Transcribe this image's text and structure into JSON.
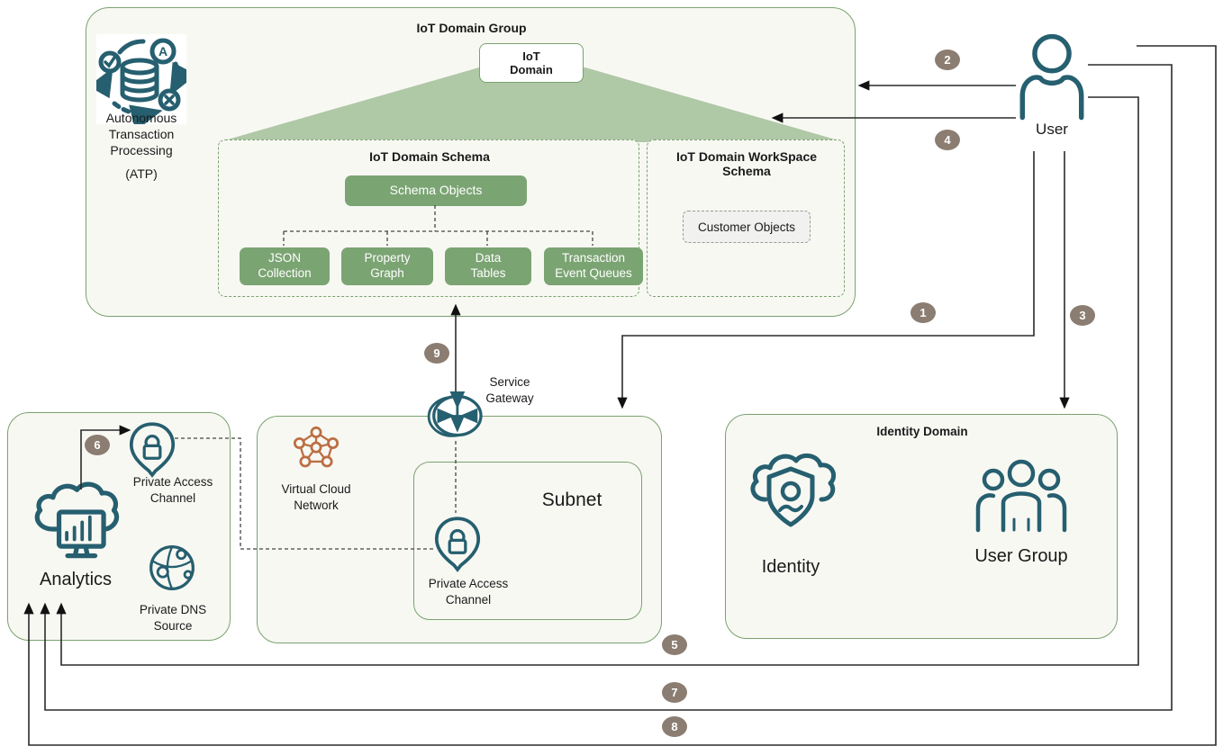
{
  "colors": {
    "box_border_green": "#7aa26f",
    "box_fill": "#f8f8f3",
    "button_green": "#7ba473",
    "trapezoid_green": "#afc8a6",
    "badge_taupe": "#8b7d71",
    "icon_teal": "#265f6f",
    "vcn_orange": "#bc6f43",
    "line_black": "#2b2b2b"
  },
  "iot_domain_group": {
    "title": "IoT Domain Group",
    "atp_label": "Autonomous\nTransaction\nProcessing",
    "atp_abbr": "(ATP)",
    "iot_domain_label": "IoT\nDomain"
  },
  "iot_domain_schema": {
    "title": "IoT Domain Schema",
    "root_label": "Schema Objects",
    "children": [
      "JSON\nCollection",
      "Property\nGraph",
      "Data\nTables",
      "Transaction\nEvent Queues"
    ]
  },
  "workspace_schema": {
    "title": "IoT Domain WorkSpace\nSchema",
    "customer_objects_label": "Customer Objects"
  },
  "user": {
    "label": "User"
  },
  "analytics_box": {
    "analytics_label": "Analytics",
    "private_access_channel_label": "Private Access\nChannel",
    "private_dns_source_label": "Private DNS\nSource"
  },
  "network": {
    "vcn_label": "Virtual Cloud\nNetwork",
    "subnet_label": "Subnet",
    "subnet_private_access_channel_label": "Private Access\nChannel",
    "service_gateway_label": "Service\nGateway"
  },
  "identity_domain": {
    "title": "Identity Domain",
    "identity_label": "Identity",
    "user_group_label": "User Group"
  },
  "badges": [
    "1",
    "2",
    "3",
    "4",
    "5",
    "6",
    "7",
    "8",
    "9"
  ],
  "icons": {
    "atp": "autonomous-transaction-processing-icon",
    "user": "user-icon",
    "analytics": "analytics-cloud-icon",
    "private_access_channel": "location-pin-lock-icon",
    "private_dns": "dns-globe-icon",
    "vcn": "virtual-cloud-network-icon",
    "service_gateway": "service-gateway-icon",
    "identity": "identity-shield-icon",
    "user_group": "user-group-icon"
  }
}
